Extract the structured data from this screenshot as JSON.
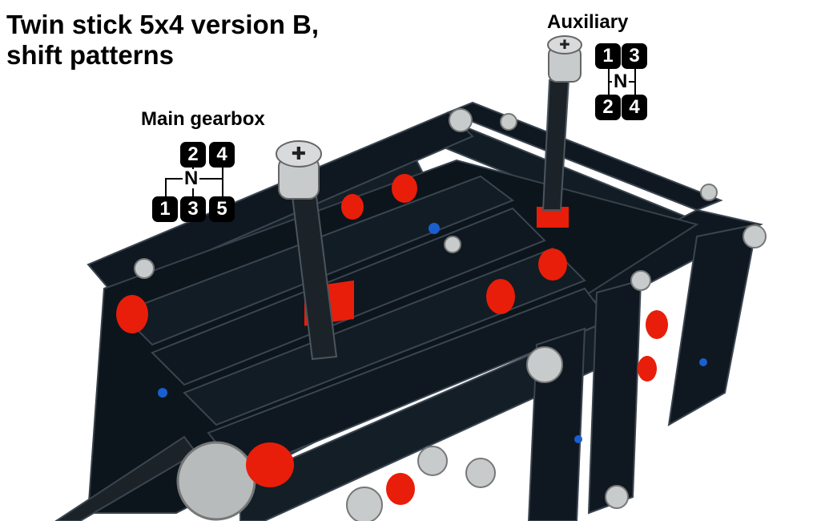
{
  "title": "Twin stick 5x4 version B,\nshift patterns",
  "main_gearbox": {
    "label": "Main gearbox",
    "neutral": "N",
    "gears": {
      "g1": "1",
      "g2": "2",
      "g3": "3",
      "g4": "4",
      "g5": "5"
    }
  },
  "auxiliary": {
    "label": "Auxiliary",
    "neutral": "N",
    "gears": {
      "g1": "1",
      "g2": "2",
      "g3": "3",
      "g4": "4"
    }
  },
  "colors": {
    "beam": "#0f1820",
    "beam_edge": "#3a4550",
    "connector": "#e81e0a",
    "light_gray": "#c8cbcc",
    "axle": "#1b2329",
    "blue_pin": "#1a5fd0"
  }
}
